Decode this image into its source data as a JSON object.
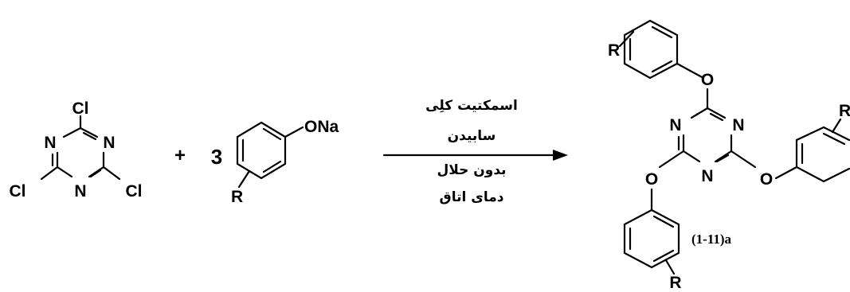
{
  "reactant1": {
    "atoms": {
      "cl_top": "Cl",
      "cl_left": "Cl",
      "cl_right": "Cl",
      "n": "N"
    }
  },
  "plus_sign": "+",
  "coefficient": "3",
  "reactant2": {
    "substituent": "ONa",
    "r_group": "R"
  },
  "conditions": [
    "اسمکتیت کلِی",
    "سابیدن",
    "بدون حلال",
    "دمای اتاق"
  ],
  "product": {
    "atoms": {
      "n": "N",
      "o": "O",
      "r": "R"
    },
    "label": "(1-11)a"
  }
}
